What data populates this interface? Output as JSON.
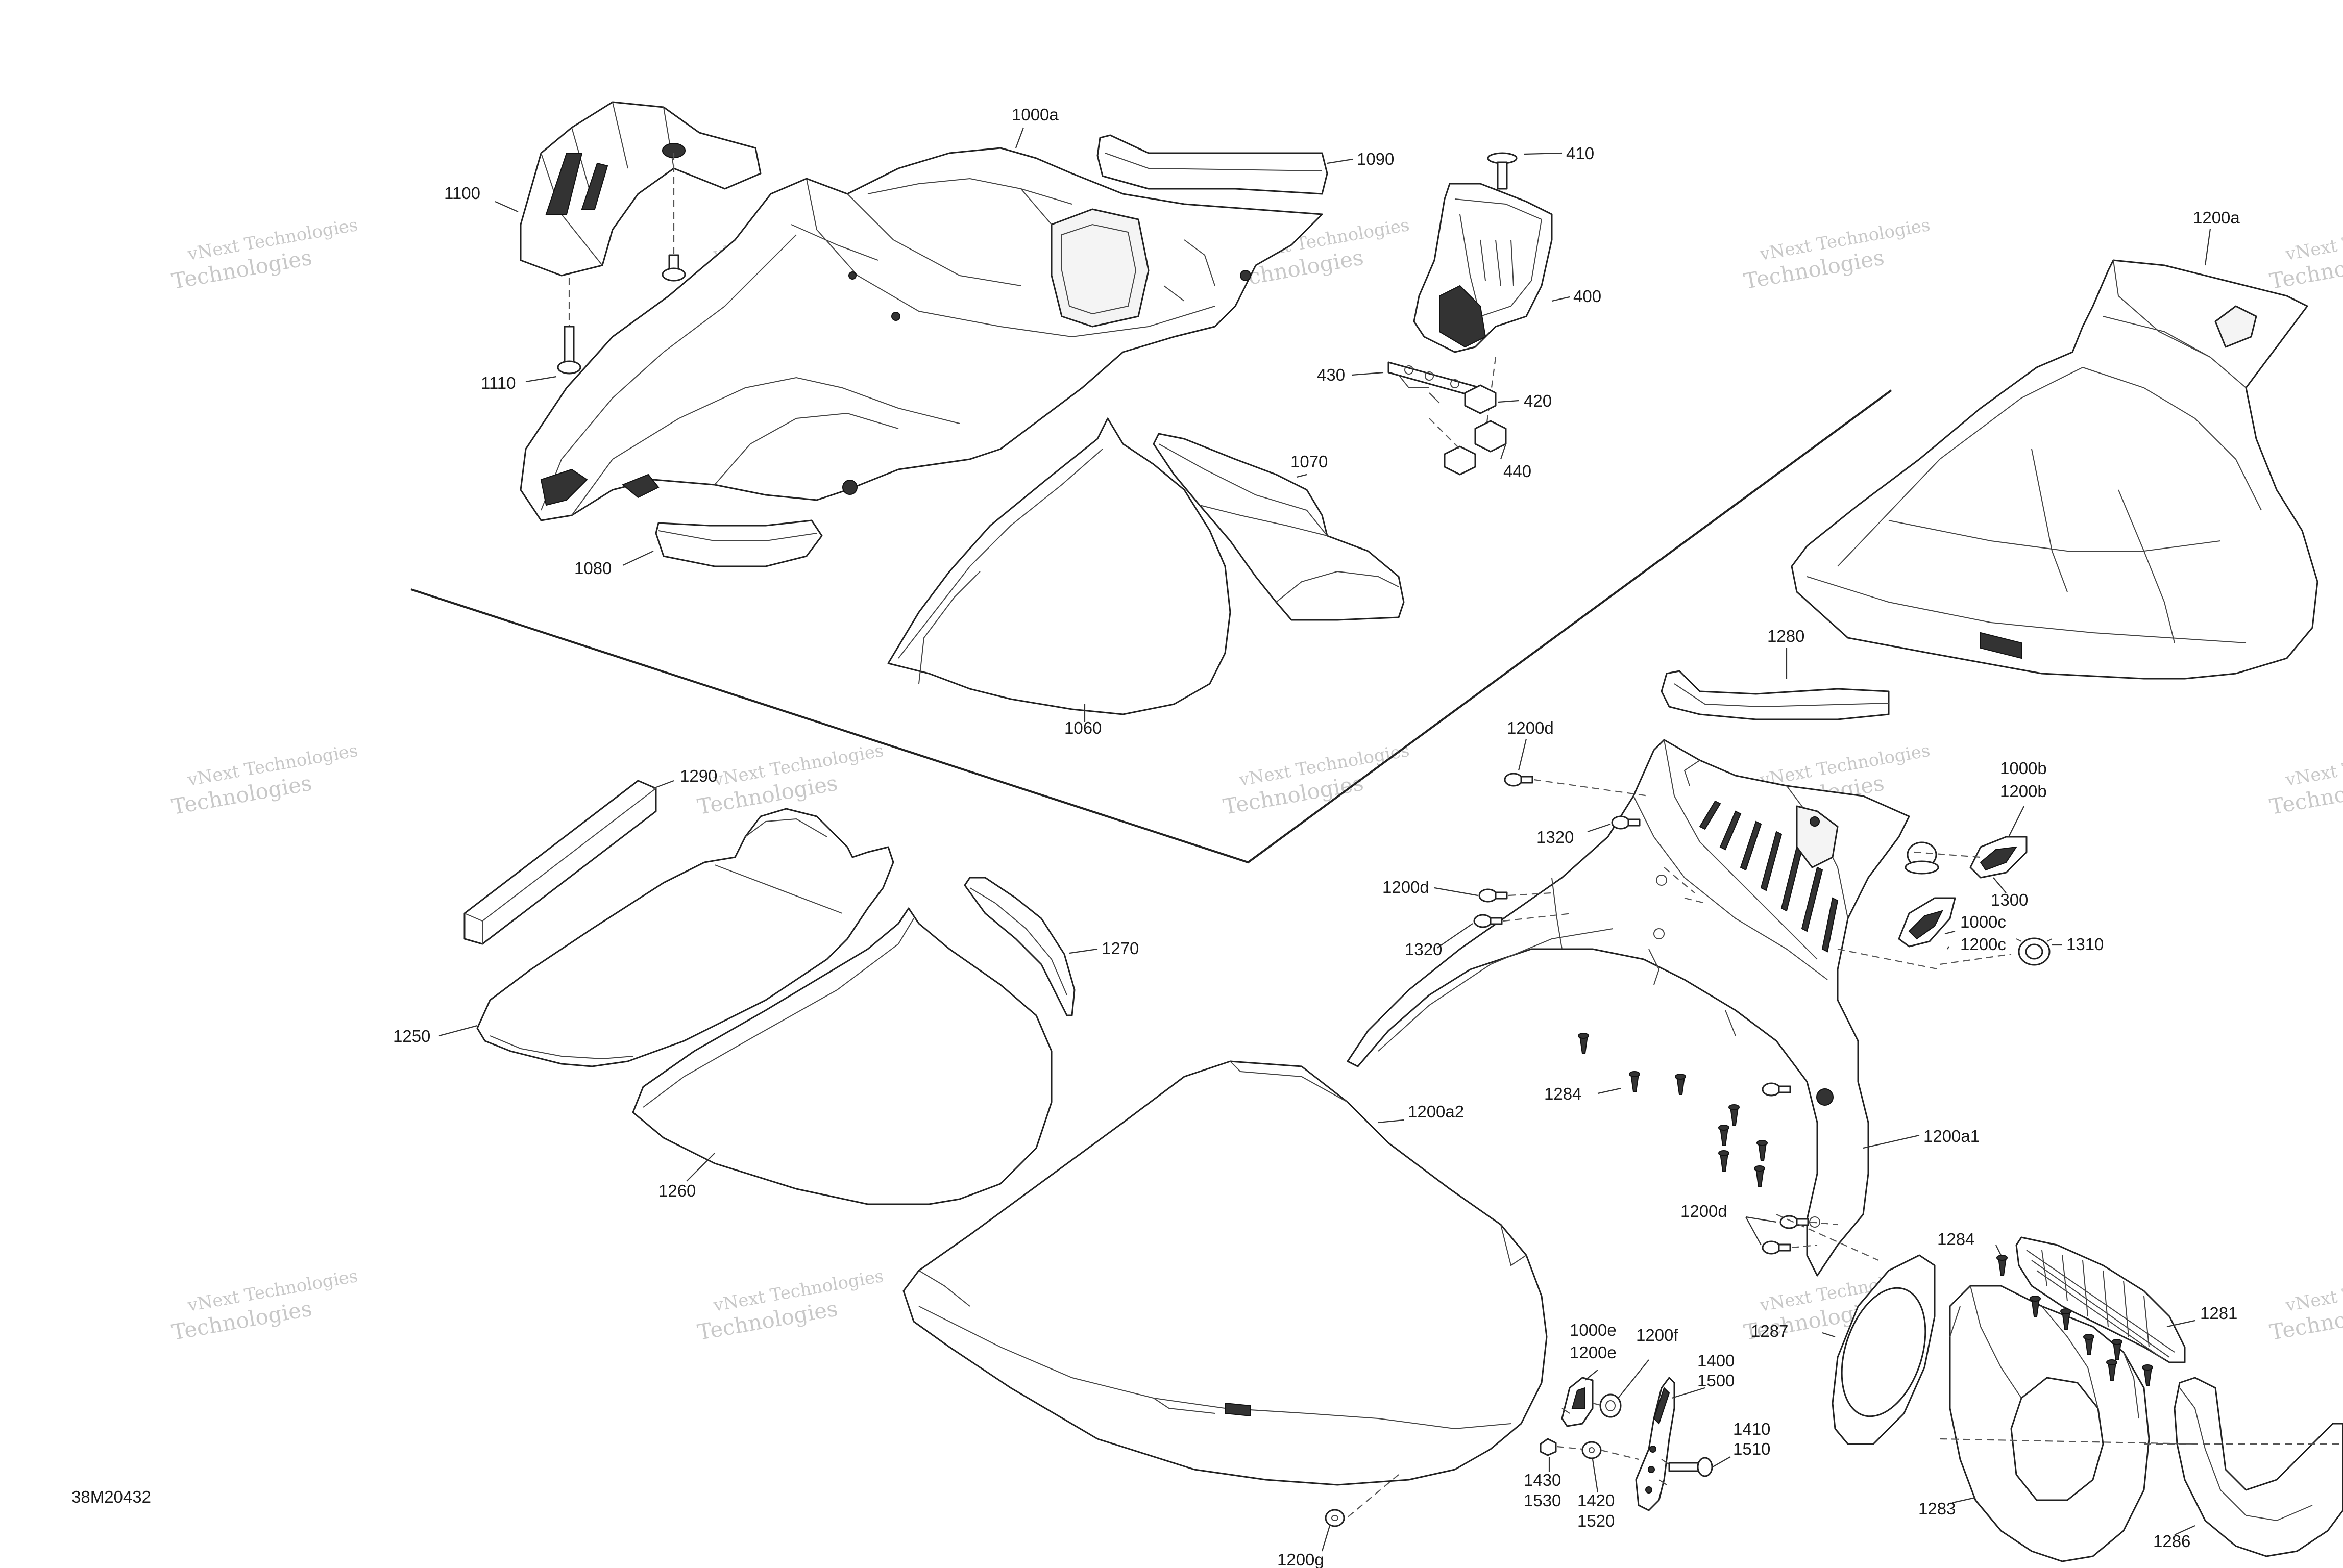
{
  "drawing_id": "38M20432",
  "watermark": {
    "line1": "vNext Technologies",
    "line2": "Technologies"
  },
  "callouts": {
    "p1000a": "1000a",
    "p1090": "1090",
    "p410": "410",
    "p1100": "1100",
    "p400": "400",
    "p1110": "1110",
    "p430": "430",
    "p420": "420",
    "p440": "440",
    "p1070": "1070",
    "p1080": "1080",
    "p1060": "1060",
    "p1200a": "1200a",
    "p1280": "1280",
    "p1200d_top": "1200d",
    "p1000b": "1000b",
    "p1200b": "1200b",
    "p1290": "1290",
    "p1320_top": "1320",
    "p1300": "1300",
    "p1200d_mid": "1200d",
    "p1000c": "1000c",
    "p1200c": "1200c",
    "p1310": "1310",
    "p1320_mid": "1320",
    "p1270": "1270",
    "p1250": "1250",
    "p1284_mid": "1284",
    "p1200a2": "1200a2",
    "p1200a1": "1200a1",
    "p1260": "1260",
    "p1200d_low": "1200d",
    "p1284_low": "1284",
    "p1281": "1281",
    "p1287": "1287",
    "p1000e": "1000e",
    "p1200e": "1200e",
    "p1200f": "1200f",
    "p1400": "1400",
    "p1500": "1500",
    "p1410": "1410",
    "p1510": "1510",
    "p1430": "1430",
    "p1530": "1530",
    "p1420": "1420",
    "p1520": "1520",
    "p1283": "1283",
    "p1286": "1286",
    "p1200g": "1200g"
  }
}
